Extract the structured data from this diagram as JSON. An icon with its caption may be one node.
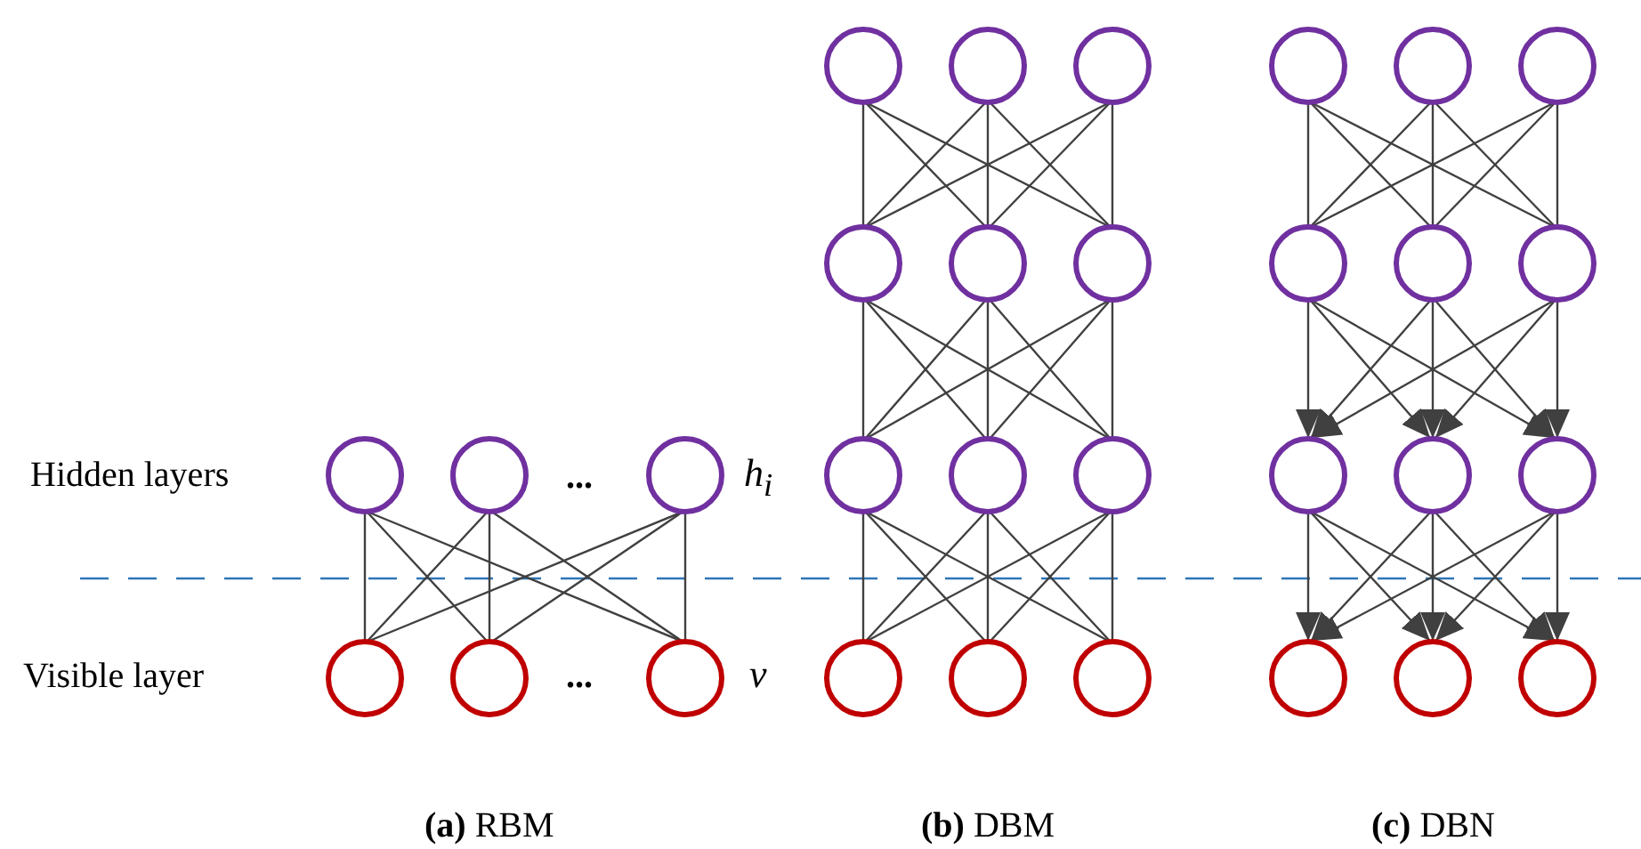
{
  "diagram": {
    "nodes": [
      {
        "text": [],
        "shape": "circle"
      },
      {
        "text": [],
        "shape": "circle"
      },
      {
        "text": [],
        "shape": "circle"
      },
      {
        "text": [],
        "shape": "circle"
      },
      {
        "text": [],
        "shape": "circle"
      },
      {
        "text": [],
        "shape": "circle"
      },
      {
        "text": [],
        "shape": "circle"
      },
      {
        "text": [],
        "shape": "circle"
      },
      {
        "text": [],
        "shape": "circle"
      },
      {
        "text": [],
        "shape": "circle"
      },
      {
        "text": [],
        "shape": "circle"
      },
      {
        "text": [],
        "shape": "circle"
      },
      {
        "text": [],
        "shape": "circle"
      },
      {
        "text": [],
        "shape": "circle"
      },
      {
        "text": [],
        "shape": "circle"
      },
      {
        "text": [],
        "shape": "circle"
      },
      {
        "text": [],
        "shape": "circle"
      },
      {
        "text": [],
        "shape": "circle"
      },
      {
        "text": [],
        "shape": "circle"
      },
      {
        "text": [],
        "shape": "circle"
      },
      {
        "text": [],
        "shape": "circle"
      },
      {
        "text": [],
        "shape": "circle"
      },
      {
        "text": [],
        "shape": "circle"
      },
      {
        "text": [],
        "shape": "circle"
      },
      {
        "text": [],
        "shape": "circle"
      },
      {
        "text": [],
        "shape": "circle"
      },
      {
        "text": [],
        "shape": "circle"
      },
      {
        "text": [],
        "shape": "circle"
      },
      {
        "text": [],
        "shape": "circle"
      },
      {
        "text": [],
        "shape": "circle"
      }
    ],
    "edges": [
      {
        "from": 0,
        "to": 3,
        "arrow": "none"
      },
      {
        "from": 0,
        "to": 4,
        "arrow": "none"
      },
      {
        "from": 0,
        "to": 5,
        "arrow": "none"
      },
      {
        "from": 1,
        "to": 3,
        "arrow": "none"
      },
      {
        "from": 1,
        "to": 4,
        "arrow": "none"
      },
      {
        "from": 1,
        "to": 5,
        "arrow": "none"
      },
      {
        "from": 2,
        "to": 3,
        "arrow": "none"
      },
      {
        "from": 2,
        "to": 4,
        "arrow": "none"
      },
      {
        "from": 2,
        "to": 5,
        "arrow": "none"
      },
      {
        "from": 6,
        "to": 9,
        "arrow": "none"
      },
      {
        "from": 6,
        "to": 10,
        "arrow": "none"
      },
      {
        "from": 6,
        "to": 11,
        "arrow": "none"
      },
      {
        "from": 7,
        "to": 9,
        "arrow": "none"
      },
      {
        "from": 7,
        "to": 10,
        "arrow": "none"
      },
      {
        "from": 7,
        "to": 11,
        "arrow": "none"
      },
      {
        "from": 8,
        "to": 9,
        "arrow": "none"
      },
      {
        "from": 8,
        "to": 10,
        "arrow": "none"
      },
      {
        "from": 8,
        "to": 11,
        "arrow": "none"
      },
      {
        "from": 9,
        "to": 12,
        "arrow": "none"
      },
      {
        "from": 9,
        "to": 13,
        "arrow": "none"
      },
      {
        "from": 9,
        "to": 14,
        "arrow": "none"
      },
      {
        "from": 10,
        "to": 12,
        "arrow": "none"
      },
      {
        "from": 10,
        "to": 13,
        "arrow": "none"
      },
      {
        "from": 10,
        "to": 14,
        "arrow": "none"
      },
      {
        "from": 11,
        "to": 12,
        "arrow": "none"
      },
      {
        "from": 11,
        "to": 13,
        "arrow": "none"
      },
      {
        "from": 11,
        "to": 14,
        "arrow": "none"
      },
      {
        "from": 12,
        "to": 15,
        "arrow": "none"
      },
      {
        "from": 12,
        "to": 16,
        "arrow": "none"
      },
      {
        "from": 12,
        "to": 17,
        "arrow": "none"
      },
      {
        "from": 13,
        "to": 15,
        "arrow": "none"
      },
      {
        "from": 13,
        "to": 16,
        "arrow": "none"
      },
      {
        "from": 13,
        "to": 17,
        "arrow": "none"
      },
      {
        "from": 14,
        "to": 15,
        "arrow": "none"
      },
      {
        "from": 14,
        "to": 16,
        "arrow": "none"
      },
      {
        "from": 14,
        "to": 17,
        "arrow": "none"
      },
      {
        "from": 18,
        "to": 21,
        "arrow": "none"
      },
      {
        "from": 18,
        "to": 22,
        "arrow": "none"
      },
      {
        "from": 18,
        "to": 23,
        "arrow": "none"
      },
      {
        "from": 19,
        "to": 21,
        "arrow": "none"
      },
      {
        "from": 19,
        "to": 22,
        "arrow": "none"
      },
      {
        "from": 19,
        "to": 23,
        "arrow": "none"
      },
      {
        "from": 20,
        "to": 21,
        "arrow": "none"
      },
      {
        "from": 20,
        "to": 22,
        "arrow": "none"
      },
      {
        "from": 20,
        "to": 23,
        "arrow": "none"
      },
      {
        "from": 21,
        "to": 24,
        "arrow": "to"
      },
      {
        "from": 21,
        "to": 25,
        "arrow": "to"
      },
      {
        "from": 21,
        "to": 26,
        "arrow": "to"
      },
      {
        "from": 22,
        "to": 24,
        "arrow": "to"
      },
      {
        "from": 22,
        "to": 25,
        "arrow": "to"
      },
      {
        "from": 22,
        "to": 26,
        "arrow": "to"
      },
      {
        "from": 23,
        "to": 24,
        "arrow": "to"
      },
      {
        "from": 23,
        "to": 25,
        "arrow": "to"
      },
      {
        "from": 23,
        "to": 26,
        "arrow": "to"
      },
      {
        "from": 24,
        "to": 27,
        "arrow": "to"
      },
      {
        "from": 24,
        "to": 28,
        "arrow": "to"
      },
      {
        "from": 24,
        "to": 29,
        "arrow": "to"
      },
      {
        "from": 25,
        "to": 27,
        "arrow": "to"
      },
      {
        "from": 25,
        "to": 28,
        "arrow": "to"
      },
      {
        "from": 25,
        "to": 29,
        "arrow": "to"
      },
      {
        "from": 26,
        "to": 27,
        "arrow": "to"
      },
      {
        "from": 26,
        "to": 28,
        "arrow": "to"
      },
      {
        "from": 26,
        "to": 29,
        "arrow": "to"
      }
    ],
    "labels": [
      "Hidden layers",
      "...",
      "h$_{i}$",
      "Visible layer",
      "...",
      "v",
      "**(a)** RBM",
      "**(b)** DBM",
      "**(c)** DBN"
    ]
  }
}
